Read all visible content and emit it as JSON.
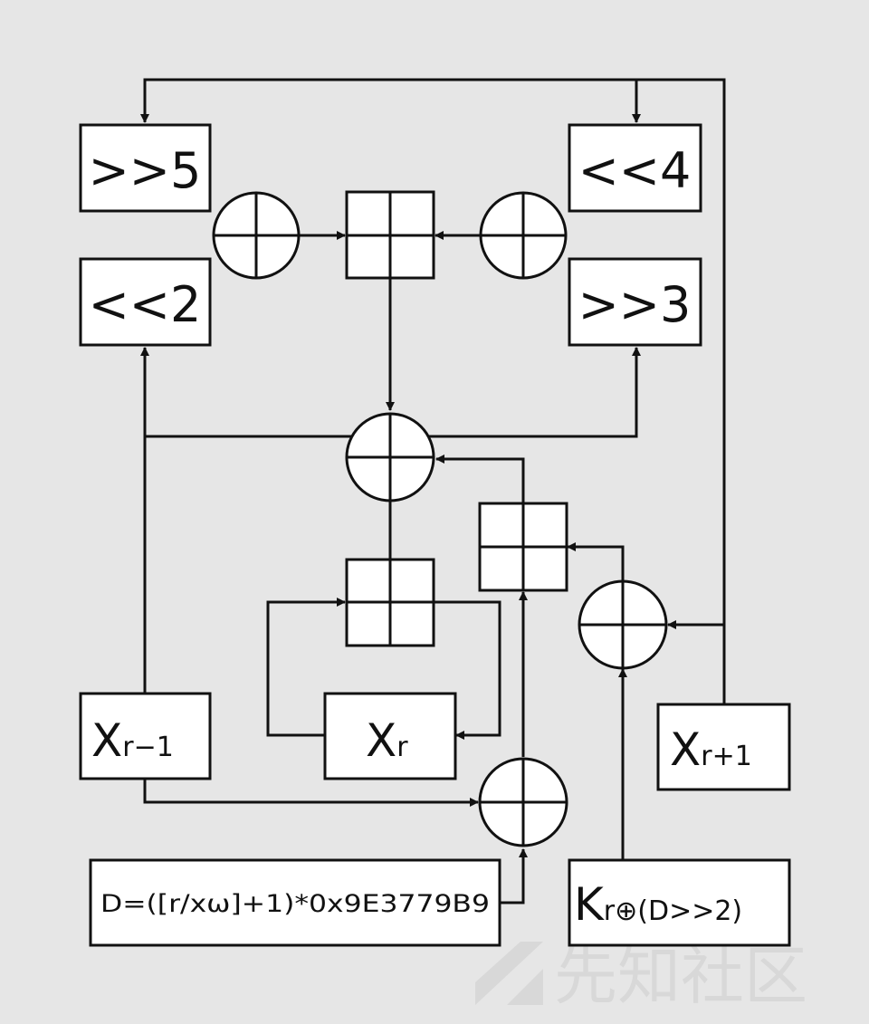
{
  "boxes": {
    "shr5": ">>5",
    "shl4": "<<4",
    "shl2": "<<2",
    "shr3": ">>3",
    "x_prev": {
      "base": "X",
      "sub": "r−1"
    },
    "x_cur": {
      "base": "X",
      "sub": "r"
    },
    "x_next": {
      "base": "X",
      "sub": "r+1"
    },
    "delta": "D=([r/xω]+1)*0x9E3779B9",
    "key": {
      "base": "K",
      "sub": "r⊕(D>>2)"
    }
  },
  "watermark": "先知社区",
  "colors": {
    "background": "#e6e6e6",
    "stroke": "#111111",
    "box_fill": "#ffffff"
  }
}
